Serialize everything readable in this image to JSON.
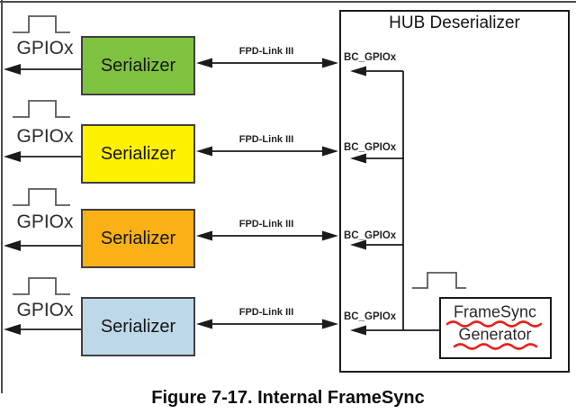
{
  "figure": {
    "caption": "Figure 7-17. Internal FrameSync"
  },
  "hub": {
    "title": "HUB Deserializer"
  },
  "framesync_generator": {
    "line1": "FrameSync",
    "line2": "Generator",
    "underline_color": "#e8221c"
  },
  "serializers": [
    {
      "label": "Serializer",
      "color": "#7fc241",
      "gpio_label": "GPIOx",
      "link_label": "FPD-Link III",
      "bc_label": "BC_GPIOx"
    },
    {
      "label": "Serializer",
      "color": "#fef102",
      "gpio_label": "GPIOx",
      "link_label": "FPD-Link III",
      "bc_label": "BC_GPIOx"
    },
    {
      "label": "Serializer",
      "color": "#f9b117",
      "gpio_label": "GPIOx",
      "link_label": "FPD-Link III",
      "bc_label": "BC_GPIOx"
    },
    {
      "label": "Serializer",
      "color": "#bdd8e9",
      "gpio_label": "GPIOx",
      "link_label": "FPD-Link III",
      "bc_label": "BC_GPIOx"
    }
  ],
  "line_colors": {
    "wire": "#1b1b1b",
    "pulse": "#58595b"
  }
}
